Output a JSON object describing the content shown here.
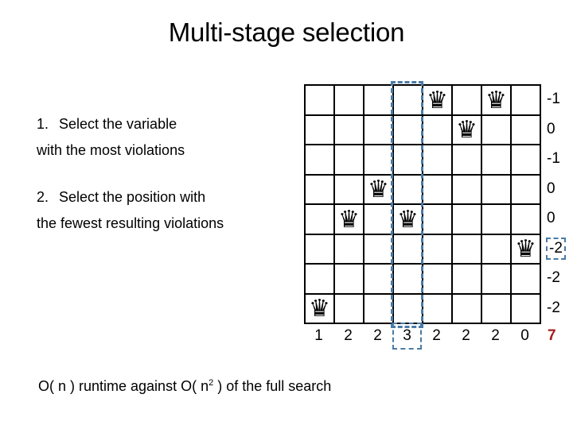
{
  "title": "Multi-stage selection",
  "instructions": [
    {
      "number": "1.",
      "line1": "Select the variable",
      "line2": "with the most violations"
    },
    {
      "number": "2.",
      "line1": "Select the position with",
      "line2": "the fewest resulting violations"
    }
  ],
  "footer": {
    "text_before": "O( n ) runtime against O( n",
    "superscript": "2",
    "text_after": " ) of the full search"
  },
  "board": {
    "rows": 8,
    "cols": 8,
    "queen_glyph": "♛",
    "queens": [
      {
        "row": 0,
        "col": 4
      },
      {
        "row": 0,
        "col": 6
      },
      {
        "row": 1,
        "col": 5
      },
      {
        "row": 3,
        "col": 2
      },
      {
        "row": 4,
        "col": 1
      },
      {
        "row": 4,
        "col": 3
      },
      {
        "row": 5,
        "col": 7
      },
      {
        "row": 7,
        "col": 0
      }
    ],
    "highlighted_col": 3,
    "highlighted_row": 5,
    "row_labels": [
      "-1",
      "0",
      "-1",
      "0",
      "0",
      "-2",
      "-2",
      "-2"
    ],
    "col_labels": [
      "1",
      "2",
      "2",
      "3",
      "2",
      "2",
      "2",
      "0"
    ],
    "total": "7"
  },
  "colors": {
    "highlight": "#4a7ba7",
    "total": "#a61c1c",
    "grid_line": "#000000"
  }
}
